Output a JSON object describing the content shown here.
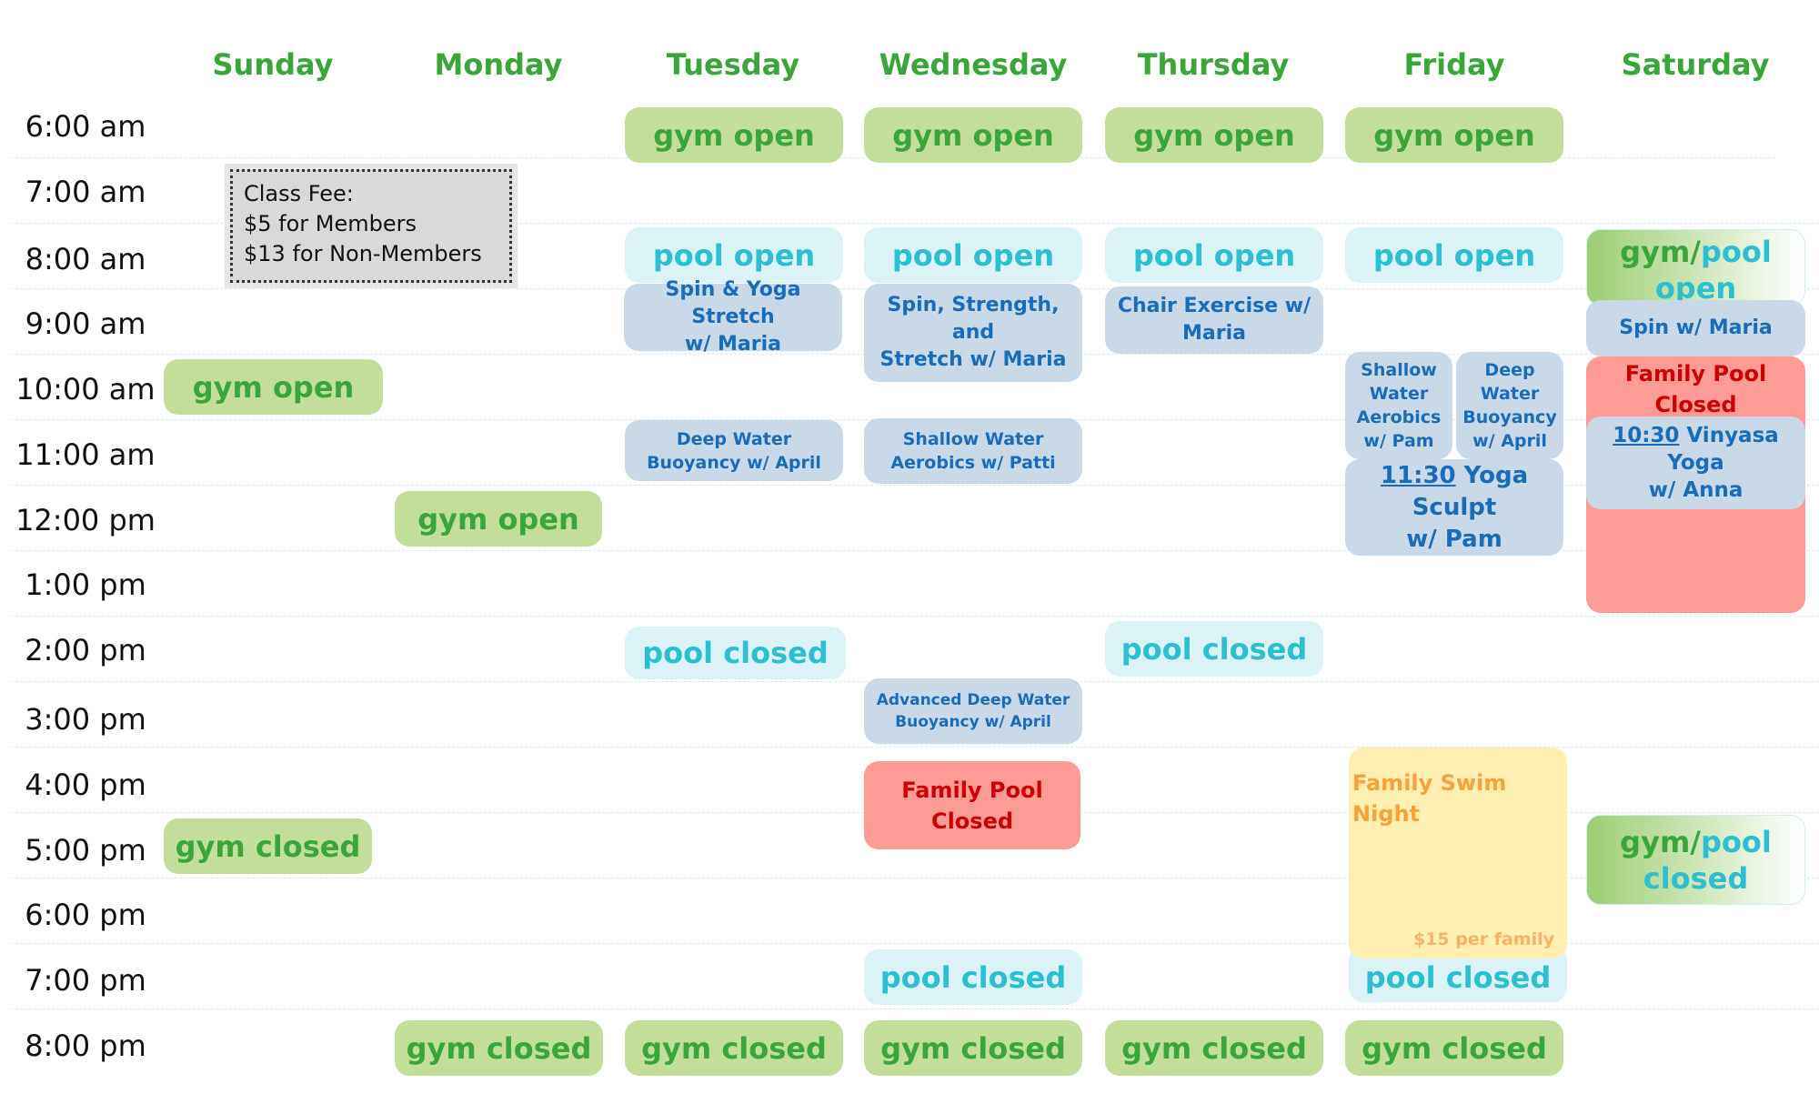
{
  "days": [
    "Sunday",
    "Monday",
    "Tuesday",
    "Wednesday",
    "Thursday",
    "Friday",
    "Saturday"
  ],
  "times": [
    "6:00 am",
    "7:00 am",
    "8:00 am",
    "9:00 am",
    "10:00 am",
    "11:00 am",
    "12:00 pm",
    "1:00 pm",
    "2:00 pm",
    "3:00 pm",
    "4:00 pm",
    "5:00 pm",
    "6:00 pm",
    "7:00 pm",
    "8:00 pm"
  ],
  "class_fee": {
    "title": "Class Fee:",
    "members": "$5 for Members",
    "non_members": "$13 for Non-Members"
  },
  "labels": {
    "gym_open": "gym open",
    "gym_closed": "gym closed",
    "pool_open": "pool open",
    "pool_closed": "pool closed",
    "family_pool_closed_1": "Family Pool",
    "family_pool_closed_2": "Closed",
    "gym_word": "gym",
    "slash": "/",
    "pool_word": "pool",
    "open_word": "open",
    "closed_word": "closed"
  },
  "classes": {
    "tue_spin_yoga": [
      "Spin & Yoga Stretch",
      "w/ Maria"
    ],
    "wed_spin_strength": [
      "Spin, Strength, and",
      "Stretch w/ Maria"
    ],
    "thu_chair": [
      "Chair Exercise w/",
      "Maria"
    ],
    "tue_deep_water": [
      "Deep Water",
      "Buoyancy w/ April"
    ],
    "wed_shallow_water": [
      "Shallow Water",
      "Aerobics w/ Patti"
    ],
    "fri_shallow": [
      "Shallow",
      "Water",
      "Aerobics",
      "w/ Pam"
    ],
    "fri_deep": [
      "Deep",
      "Water",
      "Buoyancy",
      "w/ April"
    ],
    "fri_yoga_sculpt": {
      "time": "11:30",
      "line1": " Yoga Sculpt",
      "line2": "w/ Pam"
    },
    "sat_spin": "Spin w/ Maria",
    "sat_vinyasa": {
      "time": "10:30",
      "line1": " Vinyasa Yoga",
      "line2": "w/ Anna"
    },
    "wed_adv_deep": [
      "Advanced Deep Water",
      "Buoyancy w/ April"
    ]
  },
  "family_swim": {
    "line1": "Family Swim",
    "line2": "Night",
    "fee": "$15 per family"
  },
  "colors": {
    "day_header": "#3aa63a",
    "gym": "#c3de9b",
    "pool": "#dbf3f6",
    "class": "#c9d9e8",
    "family_pool_closed": "#ff9b96",
    "family_swim": "#ffefb3"
  }
}
